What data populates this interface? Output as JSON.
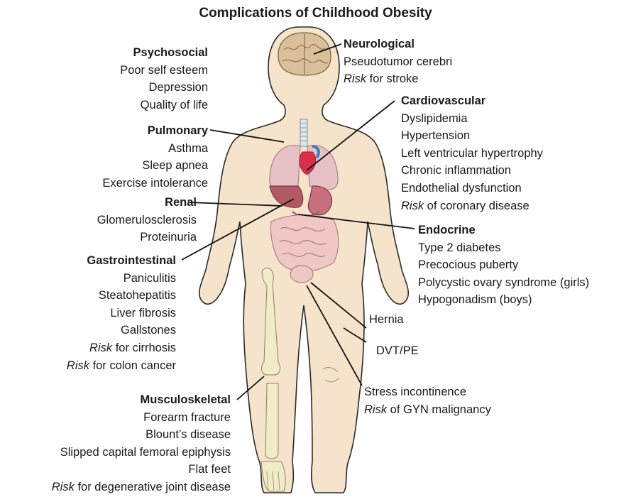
{
  "title": "Complications of Childhood Obesity",
  "groups": {
    "psychosocial": {
      "heading": "Psychosocial",
      "items": [
        {
          "risk": "",
          "text": "Poor self esteem"
        },
        {
          "risk": "",
          "text": "Depression"
        },
        {
          "risk": "",
          "text": "Quality of life"
        }
      ]
    },
    "pulmonary": {
      "heading": "Pulmonary",
      "items": [
        {
          "risk": "",
          "text": "Asthma"
        },
        {
          "risk": "",
          "text": "Sleep apnea"
        },
        {
          "risk": "",
          "text": "Exercise intolerance"
        }
      ]
    },
    "renal": {
      "heading": "Renal",
      "items": [
        {
          "risk": "",
          "text": "Glomerulosclerosis"
        },
        {
          "risk": "",
          "text": "Proteinuria"
        }
      ]
    },
    "gastrointestinal": {
      "heading": "Gastrointestinal",
      "items": [
        {
          "risk": "",
          "text": "Paniculitis"
        },
        {
          "risk": "",
          "text": "Steatohepatitis"
        },
        {
          "risk": "",
          "text": "Liver fibrosis"
        },
        {
          "risk": "",
          "text": "Gallstones"
        },
        {
          "risk": "Risk",
          "text": " for cirrhosis"
        },
        {
          "risk": "Risk",
          "text": " for colon cancer"
        }
      ]
    },
    "musculoskeletal": {
      "heading": "Musculoskeletal",
      "items": [
        {
          "risk": "",
          "text": "Forearm fracture"
        },
        {
          "risk": "",
          "text": "Blount’s disease"
        },
        {
          "risk": "",
          "text": "Slipped capital femoral epiphysis"
        },
        {
          "risk": "",
          "text": "Flat feet"
        },
        {
          "risk": "Risk",
          "text": " for degenerative joint disease"
        }
      ]
    },
    "neurological": {
      "heading": "Neurological",
      "items": [
        {
          "risk": "",
          "text": "Pseudotumor cerebri"
        },
        {
          "risk": "Risk",
          "text": " for stroke"
        }
      ]
    },
    "cardiovascular": {
      "heading": "Cardiovascular",
      "items": [
        {
          "risk": "",
          "text": "Dyslipidemia"
        },
        {
          "risk": "",
          "text": "Hypertension"
        },
        {
          "risk": "",
          "text": "Left ventricular hypertrophy"
        },
        {
          "risk": "",
          "text": "Chronic inflammation"
        },
        {
          "risk": "",
          "text": "Endothelial dysfunction"
        },
        {
          "risk": "Risk",
          "text": " of coronary disease"
        }
      ]
    },
    "endocrine": {
      "heading": "Endocrine",
      "items": [
        {
          "risk": "",
          "text": "Type 2 diabetes"
        },
        {
          "risk": "",
          "text": "Precocious puberty"
        },
        {
          "risk": "",
          "text": "Polycystic ovary syndrome (girls)"
        },
        {
          "risk": "",
          "text": "Hypogonadism (boys)"
        }
      ]
    },
    "hernia": {
      "heading": "",
      "items": [
        {
          "risk": "",
          "text": "Hernia"
        }
      ]
    },
    "dvt": {
      "heading": "",
      "items": [
        {
          "risk": "",
          "text": "DVT/PE"
        }
      ]
    },
    "stress": {
      "heading": "",
      "items": [
        {
          "risk": "",
          "text": "Stress incontinence"
        },
        {
          "risk": "Risk",
          "text": " of GYN malignancy"
        }
      ]
    }
  },
  "colors": {
    "skin": "#f6e3cc",
    "skin_outline": "#2a2a2a",
    "lung": "#e7c1c6",
    "liver": "#b05a66",
    "stomach": "#c9707e",
    "intestine": "#efc7c5",
    "bone": "#f2ebc9",
    "brain": "#d9c09a",
    "heart": "#d8304d",
    "vessel": "#3f7fc2",
    "leader": "#111111"
  }
}
